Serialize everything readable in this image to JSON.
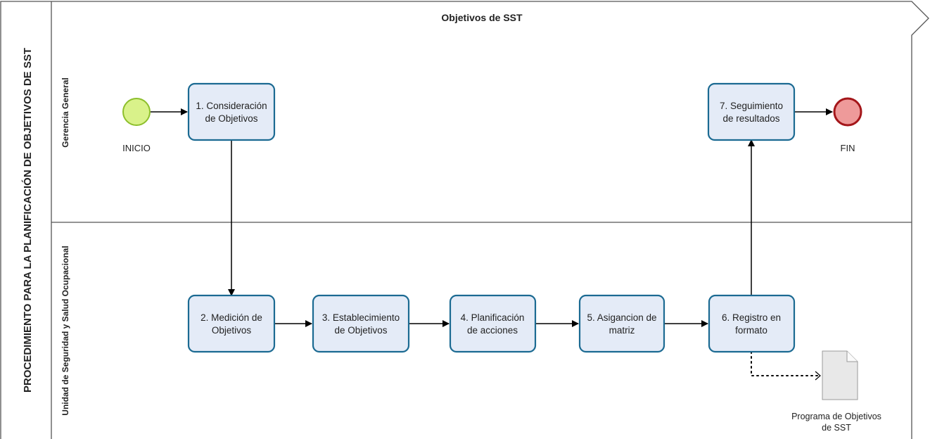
{
  "pool": {
    "title": "PROCEDIMIENTO PARA LA PLANIFICACIÓN DE OBJETIVOS DE SST",
    "header": "Objetivos de SST"
  },
  "lanes": [
    {
      "id": "gerencia",
      "label": "Gerencia General"
    },
    {
      "id": "unidad",
      "label": "Unidad de Seguridad y Salud Ocupacional"
    }
  ],
  "events": {
    "start": {
      "label": "INICIO",
      "fill": "#d9f28a",
      "stroke": "#8dbf2c"
    },
    "end": {
      "label": "FIN",
      "fill": "#ee9a9a",
      "stroke": "#a4161a"
    }
  },
  "tasks": [
    {
      "id": "t1",
      "line1": "1. Consideración",
      "line2": "de Objetivos"
    },
    {
      "id": "t2",
      "line1": "2. Medición de",
      "line2": "Objetivos"
    },
    {
      "id": "t3",
      "line1": "3. Establecimiento",
      "line2": "de Objetivos"
    },
    {
      "id": "t4",
      "line1": "4. Planificación",
      "line2": "de acciones"
    },
    {
      "id": "t5",
      "line1": "5. Asigancion de",
      "line2": "matriz"
    },
    {
      "id": "t6",
      "line1": "6. Registro en",
      "line2": "formato"
    },
    {
      "id": "t7",
      "line1": "7. Seguimiento",
      "line2": "de resultados"
    }
  ],
  "data_object": {
    "line1": "Programa de Objetivos",
    "line2": "de SST"
  },
  "colors": {
    "task_fill": "#e4ebf7",
    "task_stroke": "#1b6a92",
    "line": "#000000",
    "lane_border": "#555555"
  }
}
